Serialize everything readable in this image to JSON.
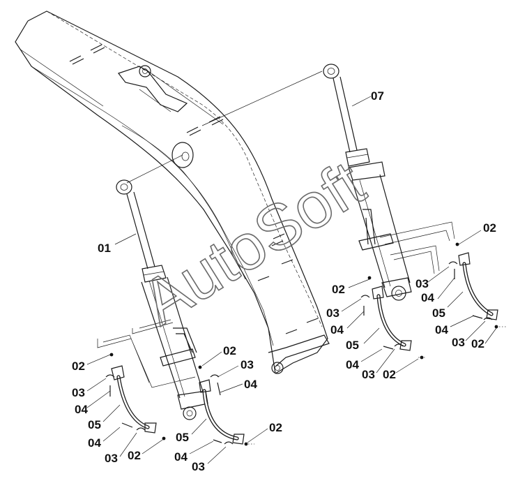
{
  "watermark": "AutoSoft",
  "parts": {
    "p01": "01",
    "p02": "02",
    "p03": "03",
    "p04": "04",
    "p05": "05",
    "p07": "07"
  },
  "colors": {
    "line": "#1a1a1a",
    "watermark": "#6a6a6a",
    "background": "#ffffff"
  }
}
